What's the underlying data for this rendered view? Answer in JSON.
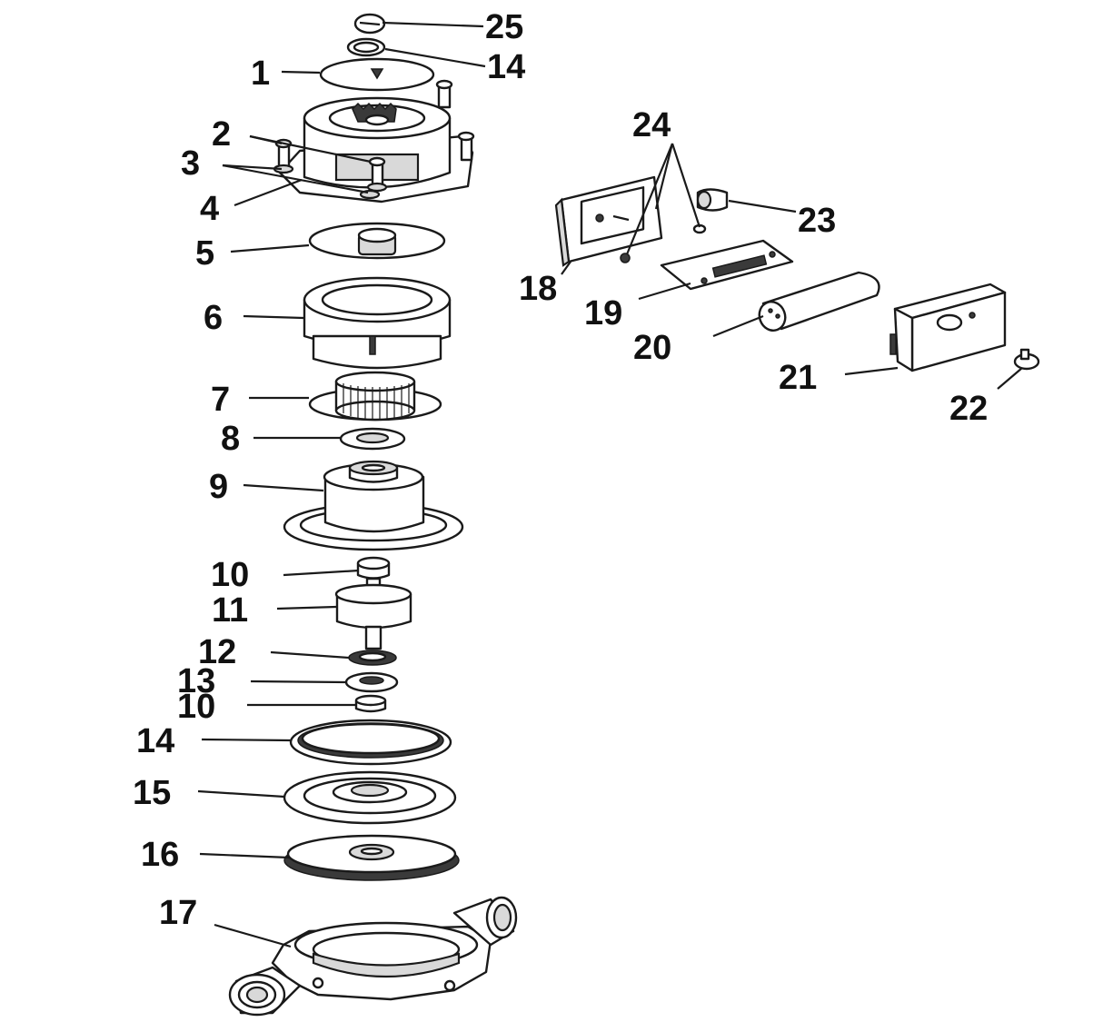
{
  "diagram": {
    "labels": [
      {
        "id": "25",
        "text": "25"
      },
      {
        "id": "14a",
        "text": "14"
      },
      {
        "id": "1",
        "text": "1"
      },
      {
        "id": "2",
        "text": "2"
      },
      {
        "id": "3",
        "text": "3"
      },
      {
        "id": "4",
        "text": "4"
      },
      {
        "id": "5",
        "text": "5"
      },
      {
        "id": "6",
        "text": "6"
      },
      {
        "id": "7",
        "text": "7"
      },
      {
        "id": "8",
        "text": "8"
      },
      {
        "id": "9",
        "text": "9"
      },
      {
        "id": "10a",
        "text": "10"
      },
      {
        "id": "11",
        "text": "11"
      },
      {
        "id": "12",
        "text": "12"
      },
      {
        "id": "13",
        "text": "13"
      },
      {
        "id": "10b",
        "text": "10"
      },
      {
        "id": "14b",
        "text": "14"
      },
      {
        "id": "15",
        "text": "15"
      },
      {
        "id": "16",
        "text": "16"
      },
      {
        "id": "17",
        "text": "17"
      },
      {
        "id": "24",
        "text": "24"
      },
      {
        "id": "23",
        "text": "23"
      },
      {
        "id": "18",
        "text": "18"
      },
      {
        "id": "19",
        "text": "19"
      },
      {
        "id": "20",
        "text": "20"
      },
      {
        "id": "21",
        "text": "21"
      },
      {
        "id": "22",
        "text": "22"
      }
    ]
  },
  "colors": {
    "line": "#1a1a1a",
    "background": "#ffffff"
  }
}
